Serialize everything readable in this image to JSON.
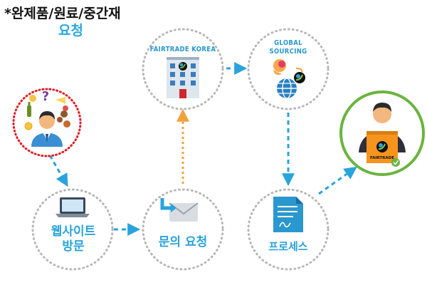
{
  "header": {
    "line1": "*완제품/원료/중간재",
    "line2": "요청"
  },
  "nodes": {
    "consumer": {},
    "website": {
      "line1": "웹사이트",
      "line2": "방문"
    },
    "inquiry": {
      "label": "문의 요청"
    },
    "fairtrade_korea": {
      "caption": "FAIRTRADE KOREA"
    },
    "global_sourcing": {
      "caption1": "GLOBAL",
      "caption2": "SOURCING"
    },
    "process": {
      "label": "프로세스"
    },
    "final": {
      "badge_text": "FAIRTRADE"
    }
  },
  "colors": {
    "accent_blue": "#29a3dc",
    "circle_gray": "#b7b7b7",
    "circle_red": "#e31b23",
    "circle_green": "#6ab43e",
    "arrow_orange": "#f0a23a"
  }
}
